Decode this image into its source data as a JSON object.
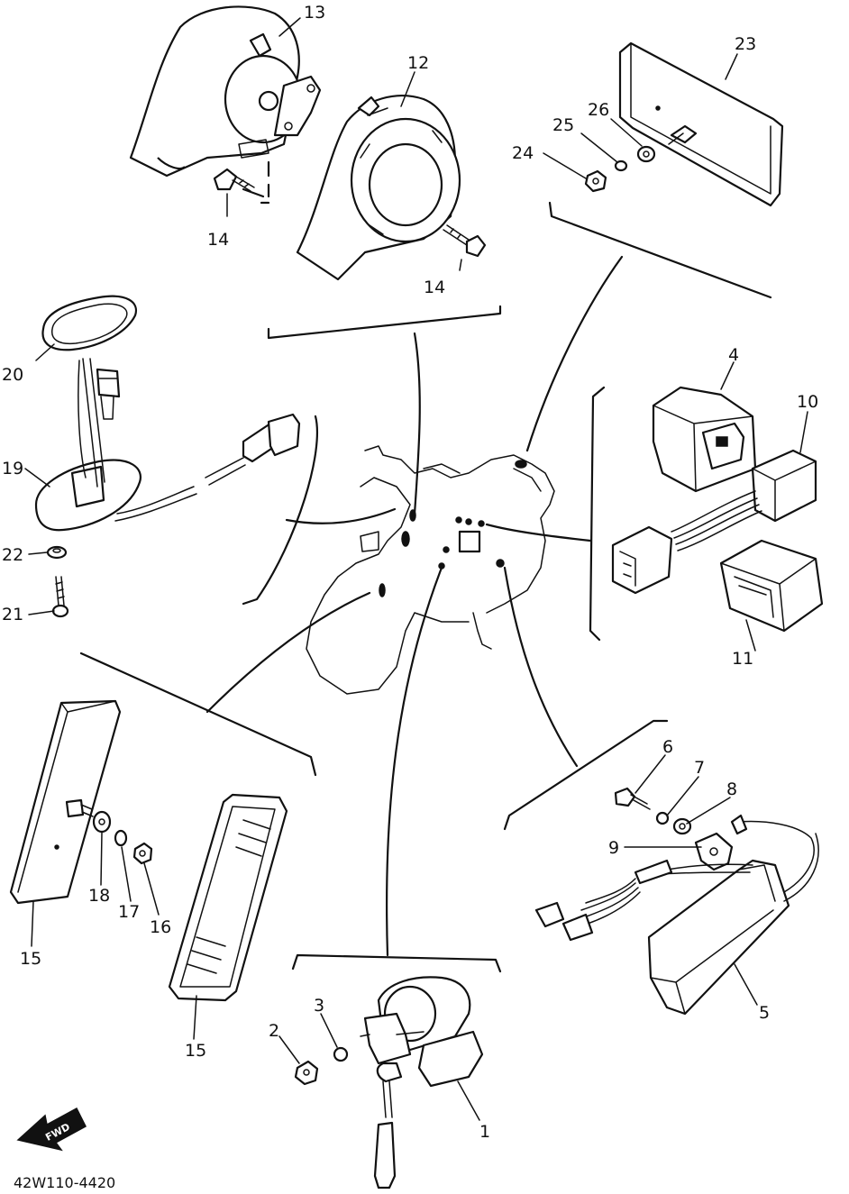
{
  "diagram": {
    "part_number_code": "42W110-4420",
    "forward_arrow_label": "FWD",
    "callouts": {
      "c1": "1",
      "c2": "2",
      "c3": "3",
      "c4": "4",
      "c5": "5",
      "c6": "6",
      "c7": "7",
      "c8": "8",
      "c9": "9",
      "c10": "10",
      "c11": "11",
      "c12": "12",
      "c13": "13",
      "c14a": "14",
      "c14b": "14",
      "c15a": "15",
      "c15b": "15",
      "c16": "16",
      "c17": "17",
      "c18": "18",
      "c19": "19",
      "c20": "20",
      "c21": "21",
      "c22": "22",
      "c23": "23",
      "c24": "24",
      "c25": "25",
      "c26": "26"
    }
  }
}
